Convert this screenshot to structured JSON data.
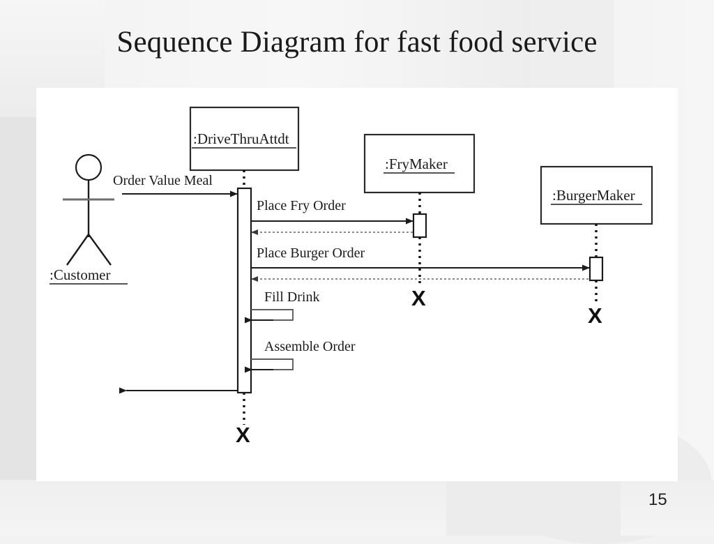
{
  "slide": {
    "title": "Sequence Diagram for fast food service",
    "page_number": "15",
    "background_color": "#f2f2f2",
    "canvas_color": "#ffffff"
  },
  "diagram": {
    "type": "uml-sequence-diagram",
    "line_color": "#1b1b1b",
    "return_line_color": "#7a7a7a",
    "actor": {
      "name": "customer-actor",
      "label": ":Customer",
      "underlined": true
    },
    "lifelines": [
      {
        "id": "drivethru",
        "label": ":DriveThruAttdt",
        "underlined": true
      },
      {
        "id": "frymaker",
        "label": ":FryMaker",
        "underlined": true
      },
      {
        "id": "burgermaker",
        "label": ":BurgerMaker",
        "underlined": true
      }
    ],
    "messages": [
      {
        "id": "m1",
        "label": "Order Value Meal",
        "from": "customer",
        "to": "drivethru",
        "kind": "call"
      },
      {
        "id": "m2",
        "label": "Place Fry Order",
        "from": "drivethru",
        "to": "frymaker",
        "kind": "call"
      },
      {
        "id": "m3",
        "label": "",
        "from": "frymaker",
        "to": "drivethru",
        "kind": "return"
      },
      {
        "id": "m4",
        "label": "Place Burger Order",
        "from": "drivethru",
        "to": "burgermaker",
        "kind": "call"
      },
      {
        "id": "m5",
        "label": "",
        "from": "burgermaker",
        "to": "drivethru",
        "kind": "return"
      },
      {
        "id": "m6",
        "label": "Fill Drink",
        "from": "drivethru",
        "to": "drivethru",
        "kind": "self"
      },
      {
        "id": "m7",
        "label": "Assemble Order",
        "from": "drivethru",
        "to": "drivethru",
        "kind": "self"
      },
      {
        "id": "m8",
        "label": "",
        "from": "drivethru",
        "to": "customer",
        "kind": "call"
      }
    ],
    "terminations": [
      {
        "id": "t1",
        "lifeline": "drivethru",
        "marker": "X"
      },
      {
        "id": "t2",
        "lifeline": "frymaker",
        "marker": "X"
      },
      {
        "id": "t3",
        "lifeline": "burgermaker",
        "marker": "X"
      }
    ]
  }
}
